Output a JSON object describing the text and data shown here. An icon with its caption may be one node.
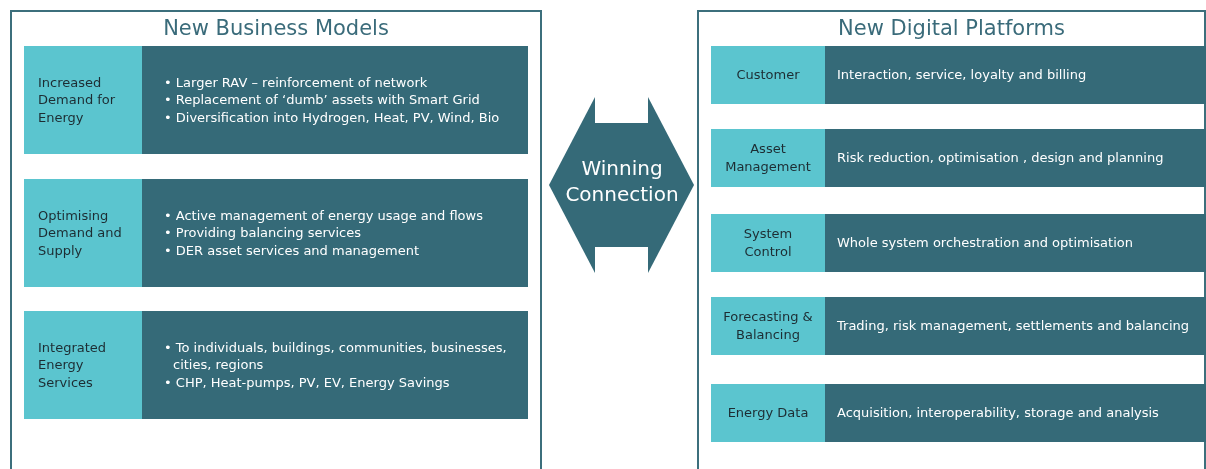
{
  "diagram": {
    "nodes": [
      {
        "text": [
          "New Business Models"
        ]
      },
      {
        "text": [
          "Increased Demand for Energy",
          "• Larger RAV – reinforcement of network",
          "• Replacement of ‘dumb’ assets with Smart Grid",
          "• Diversification into Hydrogen, Heat, PV, Wind, Bio"
        ],
        "in": 0
      },
      {
        "text": [
          "Optimising Demand and Supply",
          "• Active management of energy usage and flows",
          "• Providing balancing services",
          "• DER asset services and management"
        ],
        "in": 0
      },
      {
        "text": [
          "Integrated Energy Services",
          "• To individuals, buildings, communities, businesses, cities, regions",
          "• CHP, Heat-pumps, PV, EV, Energy Savings"
        ],
        "in": 0
      },
      {
        "text": [
          "New Digital Platforms"
        ]
      },
      {
        "text": [
          "Customer",
          "Interaction, service, loyalty and billing"
        ],
        "in": 4
      },
      {
        "text": [
          "Asset Management",
          "Risk reduction, optimisation , design and planning"
        ],
        "in": 4
      },
      {
        "text": [
          "System Control",
          "Whole system orchestration and optimisation"
        ],
        "in": 4
      },
      {
        "text": [
          "Forecasting & Balancing",
          "Trading, risk management, settlements and balancing"
        ],
        "in": 4
      },
      {
        "text": [
          "Energy Data",
          "Acquisition, interoperability, storage and analysis"
        ],
        "in": 4
      }
    ],
    "edges": [
      {
        "from": 0,
        "to": 4,
        "arrow": "both",
        "label": "Winning Connection"
      }
    ]
  }
}
